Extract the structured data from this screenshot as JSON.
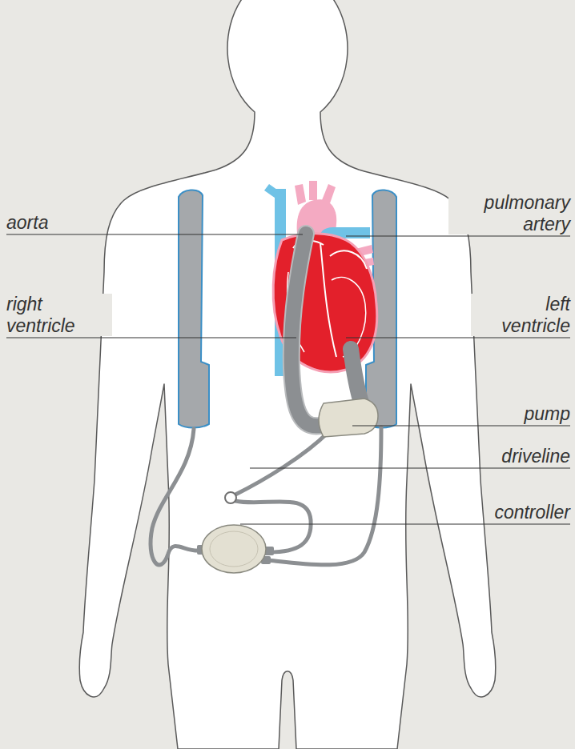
{
  "diagram": {
    "labels": [
      "aorta",
      "pulmonary artery",
      "right ventricle",
      "left ventricle",
      "pump",
      "driveline",
      "controller"
    ]
  }
}
